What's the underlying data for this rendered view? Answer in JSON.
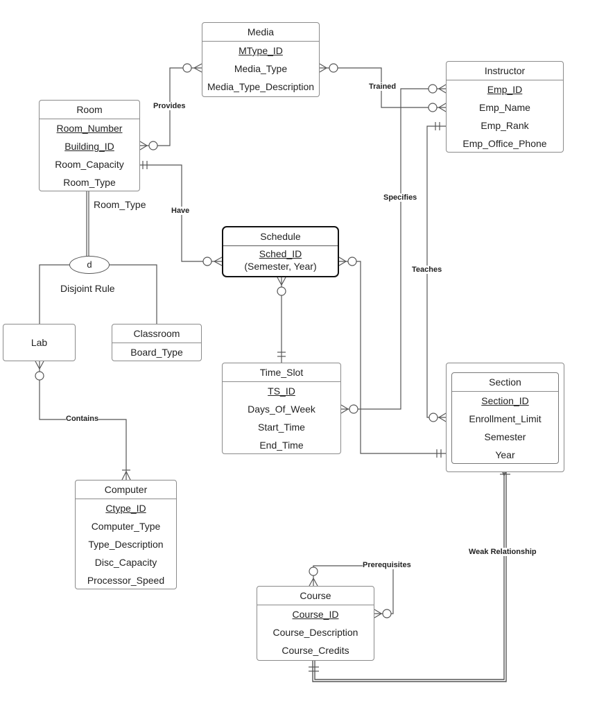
{
  "entities": {
    "media": {
      "title": "Media",
      "pk": "MType_ID",
      "attrs": [
        "Media_Type",
        "Media_Type_Description"
      ]
    },
    "instructor": {
      "title": "Instructor",
      "pk": "Emp_ID",
      "attrs": [
        "Emp_Name",
        "Emp_Rank",
        "Emp_Office_Phone"
      ]
    },
    "room": {
      "title": "Room",
      "pk": "Room_Number",
      "pk2": "Building_ID",
      "attrs": [
        "Room_Capacity",
        "Room_Type"
      ]
    },
    "schedule": {
      "title": "Schedule",
      "pk": "Sched_ID",
      "attrs": [
        "(Semester, Year)"
      ]
    },
    "classroom": {
      "title": "Classroom",
      "attrs": [
        "Board_Type"
      ]
    },
    "lab": {
      "title": "Lab"
    },
    "time_slot": {
      "title": "Time_Slot",
      "pk": "TS_ID",
      "attrs": [
        "Days_Of_Week",
        "Start_Time",
        "End_Time"
      ]
    },
    "section": {
      "title": "Section",
      "pk": "Section_ID",
      "attrs": [
        "Enrollment_Limit",
        "Semester",
        "Year"
      ]
    },
    "computer": {
      "title": "Computer",
      "pk": "Ctype_ID",
      "attrs": [
        "Computer_Type",
        "Type_Description",
        "Disc_Capacity",
        "Processor_Speed"
      ]
    },
    "course": {
      "title": "Course",
      "pk": "Course_ID",
      "attrs": [
        "Course_Description",
        "Course_Credits"
      ]
    }
  },
  "relationships": {
    "provides": "Provides",
    "trained": "Trained",
    "have": "Have",
    "specifies": "Specifies",
    "teaches": "Teaches",
    "contains": "Contains",
    "weak": "Weak Relationship",
    "prerequisites": "Prerequisites"
  },
  "specialization": {
    "discriminator": "Room_Type",
    "symbol": "d",
    "rule": "Disjoint Rule"
  }
}
